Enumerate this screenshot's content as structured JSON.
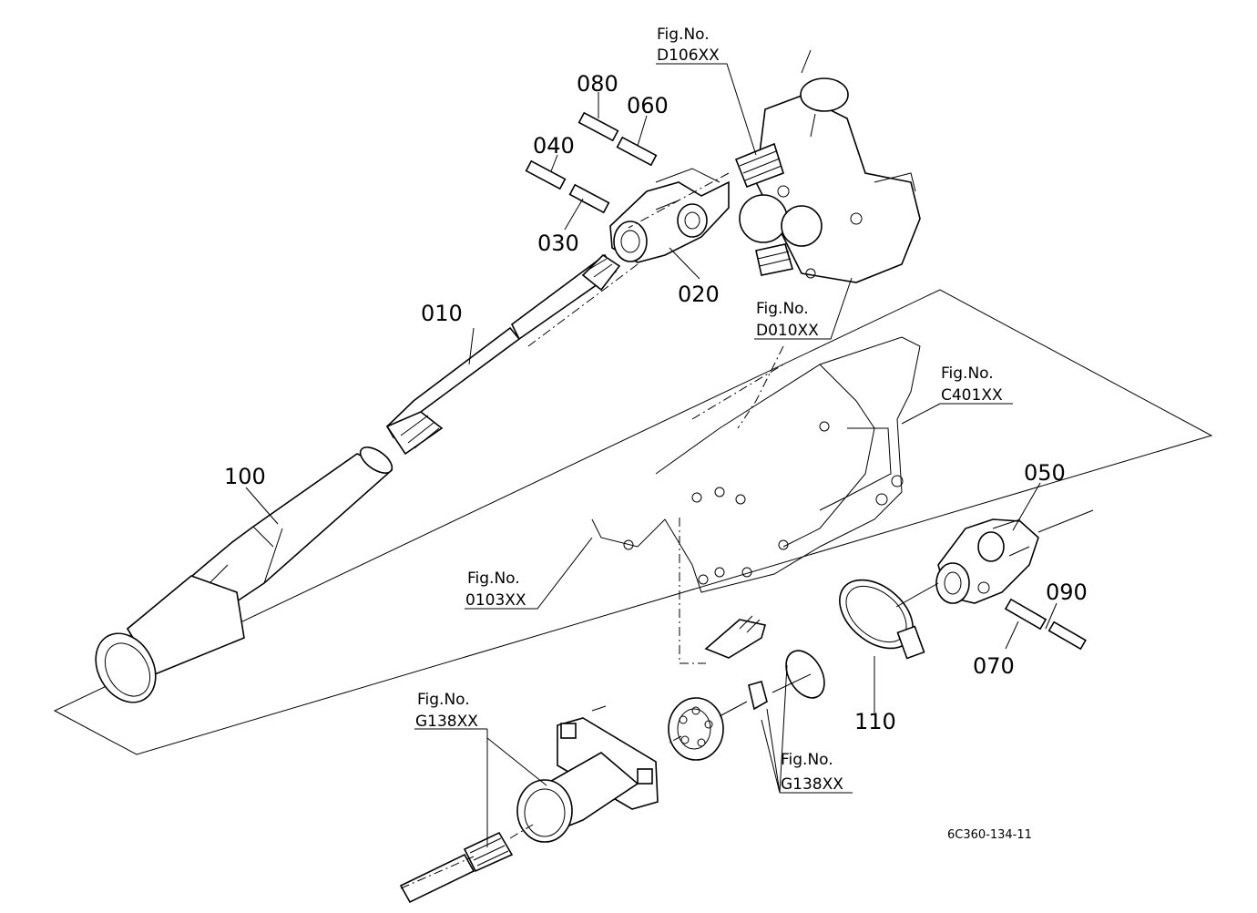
{
  "parts": {
    "p080": "080",
    "p060": "060",
    "p040": "040",
    "p030": "030",
    "p020": "020",
    "p010": "010",
    "p100": "100",
    "p050": "050",
    "p090": "090",
    "p070": "070",
    "p110": "110"
  },
  "figure_refs": {
    "fig_label": "Fig.No.",
    "d106": "D106XX",
    "d010": "D010XX",
    "c401": "C401XX",
    "o103": "0103XX",
    "g138_left": "G138XX",
    "g138_right": "G138XX"
  },
  "drawing_code": "6C360-134-11"
}
